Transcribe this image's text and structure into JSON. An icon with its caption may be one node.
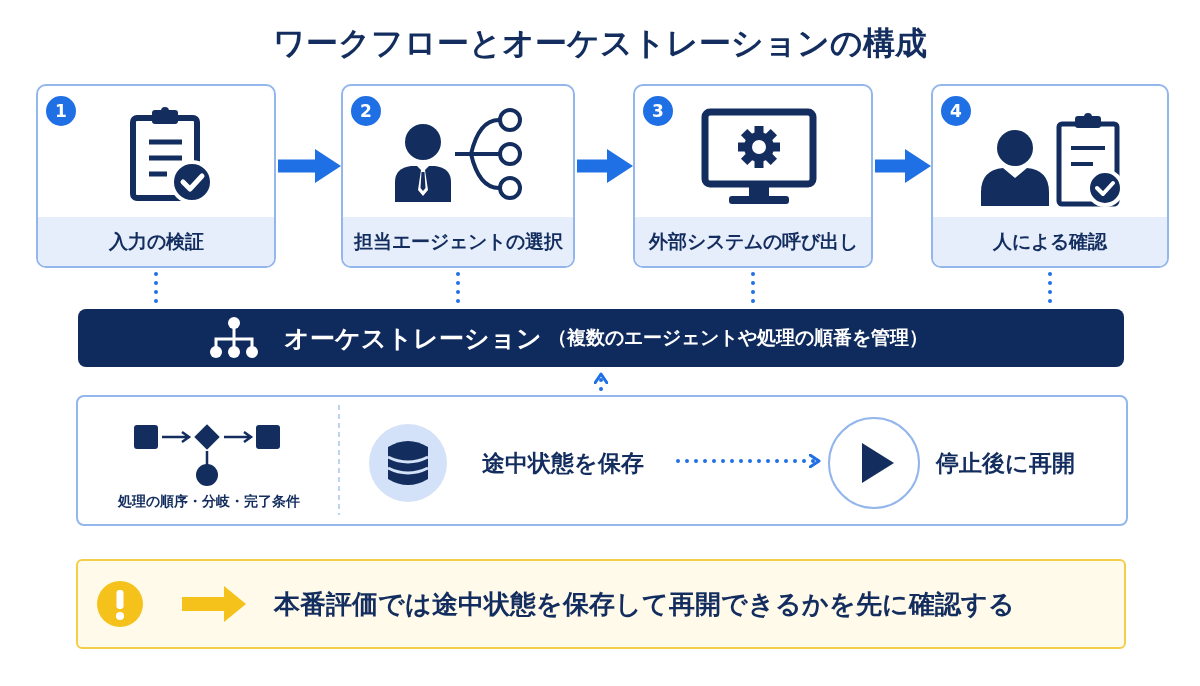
{
  "diagram": {
    "title": "ワークフローとオーケストレーションの構成",
    "nodes": [
      {
        "text": [
          "1",
          "入力の検証"
        ]
      },
      {
        "text": [
          "2",
          "担当エージェントの選択"
        ]
      },
      {
        "text": [
          "3",
          "外部システムの呼び出し"
        ]
      },
      {
        "text": [
          "4",
          "人による確認"
        ]
      },
      {
        "text": [
          "オーケストレーション",
          "（複数のエージェントや処理の順番を管理）"
        ]
      },
      {
        "text": [
          "処理の順序・分岐・完了条件"
        ]
      },
      {
        "text": [],
        "shape": "circle",
        "in": 5,
        "beside": [
          "途中状態を保存"
        ]
      },
      {
        "text": [],
        "shape": "circle",
        "in": 5,
        "beside": [
          "停止後に再開"
        ]
      },
      {
        "text": [
          "本番評価では途中状態を保存して再開できるかを先に確認する"
        ]
      }
    ],
    "edges": [
      {
        "from": 0,
        "to": 1,
        "arrow": "to",
        "style": "thick"
      },
      {
        "from": 1,
        "to": 2,
        "arrow": "to",
        "style": "thick"
      },
      {
        "from": 2,
        "to": 3,
        "arrow": "to",
        "style": "thick"
      },
      {
        "from": 0,
        "to": 4,
        "arrow": "none",
        "style": "dashed"
      },
      {
        "from": 1,
        "to": 4,
        "arrow": "none",
        "style": "dashed"
      },
      {
        "from": 2,
        "to": 4,
        "arrow": "none",
        "style": "dashed"
      },
      {
        "from": 3,
        "to": 4,
        "arrow": "none",
        "style": "dashed"
      },
      {
        "from": 5,
        "to": 4,
        "arrow": "to",
        "style": "dashed"
      },
      {
        "from": 6,
        "to": 7,
        "arrow": "to",
        "style": "dashed"
      }
    ]
  }
}
